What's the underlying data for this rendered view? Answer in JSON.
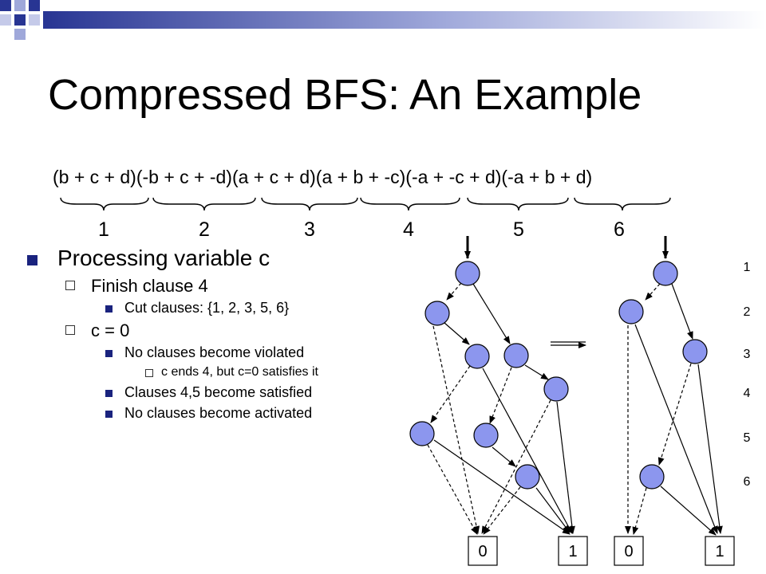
{
  "title": "Compressed BFS: An Example",
  "formula": "(b + c + d)(-b + c + -d)(a + c + d)(a + b + -c)(-a + -c + d)(-a + b + d)",
  "clause_numbers": [
    "1",
    "2",
    "3",
    "4",
    "5",
    "6"
  ],
  "bullets": {
    "main": "Processing variable c",
    "finish": "Finish clause 4",
    "cut": "Cut clauses: {1, 2, 3, 5, 6}",
    "assign": "c = 0",
    "violated": "No clauses become violated",
    "violated_note": "c ends 4, but c=0 satisfies it",
    "satisfied": "Clauses 4,5 become satisfied",
    "activated": "No clauses become activated"
  },
  "terminals": {
    "left_zero": "0",
    "left_one": "1",
    "right_zero": "0",
    "right_one": "1"
  },
  "levels": [
    "1",
    "2",
    "3",
    "4",
    "5",
    "6"
  ],
  "colors": {
    "node_fill": "#8c96ee",
    "bullet": "#1a237e",
    "deco_blue": "#283593"
  }
}
